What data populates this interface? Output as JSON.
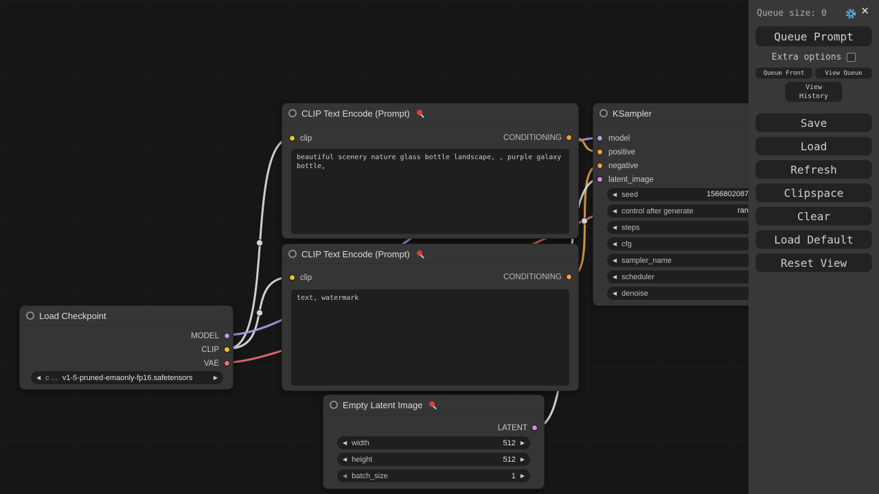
{
  "sidebar": {
    "queue_size": "Queue size: 0",
    "queue_prompt": "Queue Prompt",
    "extra_options": "Extra options",
    "queue_front": "Queue Front",
    "view_queue": "View Queue",
    "view_history": "View History",
    "main_buttons": [
      "Save",
      "Load",
      "Refresh",
      "Clipspace",
      "Clear",
      "Load Default",
      "Reset View"
    ]
  },
  "nodes": {
    "load_checkpoint": {
      "title": "Load Checkpoint",
      "outputs": [
        "MODEL",
        "CLIP",
        "VAE"
      ],
      "widget": {
        "label": "c ...",
        "value": "v1-5-pruned-emaonly-fp16.safetensors"
      }
    },
    "clip_encode_positive": {
      "title": "CLIP Text Encode (Prompt)",
      "input": "clip",
      "output": "CONDITIONING",
      "text": "beautiful scenery nature glass bottle landscape, , purple galaxy bottle,"
    },
    "clip_encode_negative": {
      "title": "CLIP Text Encode (Prompt)",
      "input": "clip",
      "output": "CONDITIONING",
      "text": "text, watermark"
    },
    "ksampler": {
      "title": "KSampler",
      "inputs": [
        "model",
        "positive",
        "negative",
        "latent_image"
      ],
      "widgets": [
        {
          "label": "seed",
          "value": "1566802087"
        },
        {
          "label": "control after generate",
          "value": "randomize"
        },
        {
          "label": "steps",
          "value": ""
        },
        {
          "label": "cfg",
          "value": ""
        },
        {
          "label": "sampler_name",
          "value": ""
        },
        {
          "label": "scheduler",
          "value": ""
        },
        {
          "label": "denoise",
          "value": ""
        }
      ]
    },
    "empty_latent_image": {
      "title": "Empty Latent Image",
      "output": "LATENT",
      "widgets": [
        {
          "label": "width",
          "value": "512"
        },
        {
          "label": "height",
          "value": "512"
        },
        {
          "label": "batch_size",
          "value": "1"
        }
      ]
    }
  },
  "glyphs": {
    "arrow_left": "◀",
    "arrow_right": "▶",
    "close": "×"
  },
  "colors": {
    "model": "#b39ddb",
    "clip": "#e8c71d",
    "vae": "#ee6e6e",
    "conditioning": "#eda23b",
    "latent": "#e583d9",
    "link": "#d8d8d8",
    "wire_model": "#ab96e3",
    "wire_vae": "#e06a6a",
    "wire_conditioning": "#dd9c44",
    "gear": "#5ea9d8"
  }
}
